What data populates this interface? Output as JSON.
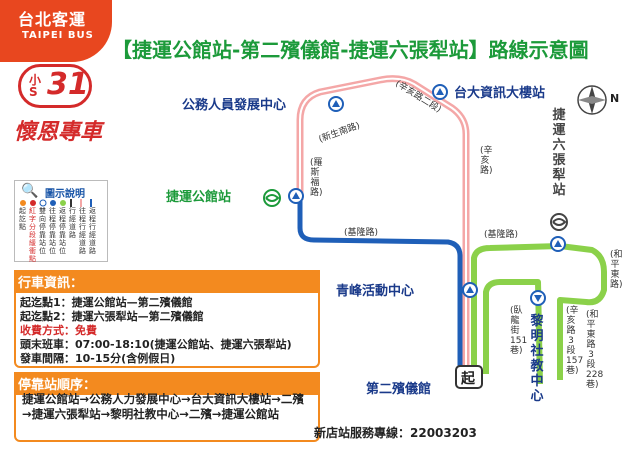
{
  "brand": {
    "name_cn": "台北客運",
    "name_en": "TAIPEI BUS"
  },
  "title": "【捷運公館站-第二殯儀館-捷運六張犁站】路線示意圖",
  "route": {
    "prefix": "小S",
    "number": "31",
    "name": "懷恩專車"
  },
  "legend": {
    "title": "圖示說明",
    "columns": [
      "起訖點",
      "紅字分段緩衝點",
      "雙向停靠站位",
      "往程停靠站位",
      "返程停靠站位",
      "行經道路",
      "往程行經道路",
      "返程行經道路"
    ]
  },
  "stops": {
    "gongguan": "捷運公館站",
    "civil_service": "公務人員發展中心",
    "ntu_it": "台大資訊大樓站",
    "liuzhangli": "捷運六張犁站",
    "qingfeng": "青峰活動中心",
    "second_funeral": "第二殯儀館",
    "liming": "黎明社教中心",
    "start_marker": "起"
  },
  "roads": {
    "xinsheng_s": "(新生南路)",
    "xinhai_2": "(辛亥路二段)",
    "xinhai": "(辛亥路)",
    "luosifu": "(羅斯福路)",
    "jilong_1": "(基隆路)",
    "jilong_2": "(基隆路)",
    "heping_e": "(和平東路)",
    "heping_e_228": "(和平東路3段228巷)",
    "xinhai_157": "(辛亥路3段157巷)",
    "wolong_151": "(臥龍街151巷)"
  },
  "info": {
    "header": "行車資訊：",
    "lines": [
      "起迄點1：捷運公館站—第二殯儀館",
      "起迄點2：捷運六張犁站—第二殯儀館",
      "收費方式：免費",
      "頭末班車：07:00-18:10(捷運公館站、捷運六張犁站)",
      "發車間隔：10-15分(含例假日)"
    ]
  },
  "stop_order": {
    "header": "停靠站順序：",
    "text": "捷運公館站→公務人力發展中心→台大資訊大樓站→二殯→捷運六張犁站→黎明社教中心→二殯→捷運公館站"
  },
  "hotline": "新店站服務專線：22003203",
  "compass": "N",
  "colors": {
    "brand": "#e8471f",
    "title": "#1c9a3a",
    "route_red": "#d42a2a",
    "path_pink": "#f4a7a7",
    "path_blue": "#1f5fb8",
    "path_green": "#8bd14a",
    "stop_blue": "#1a3a8a",
    "info_orange": "#f38a1f"
  }
}
